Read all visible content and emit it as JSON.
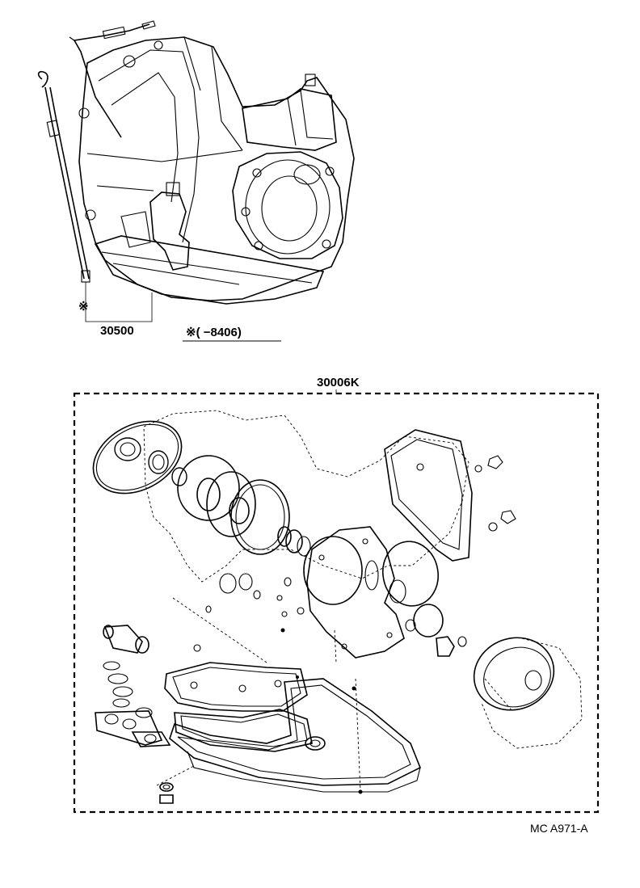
{
  "labels": {
    "part_assembly": "30500",
    "kit_symbol": "※",
    "range_note": "※(      −8406)",
    "gasket_kit": "30006K",
    "figure_code": "MC A971-A"
  }
}
